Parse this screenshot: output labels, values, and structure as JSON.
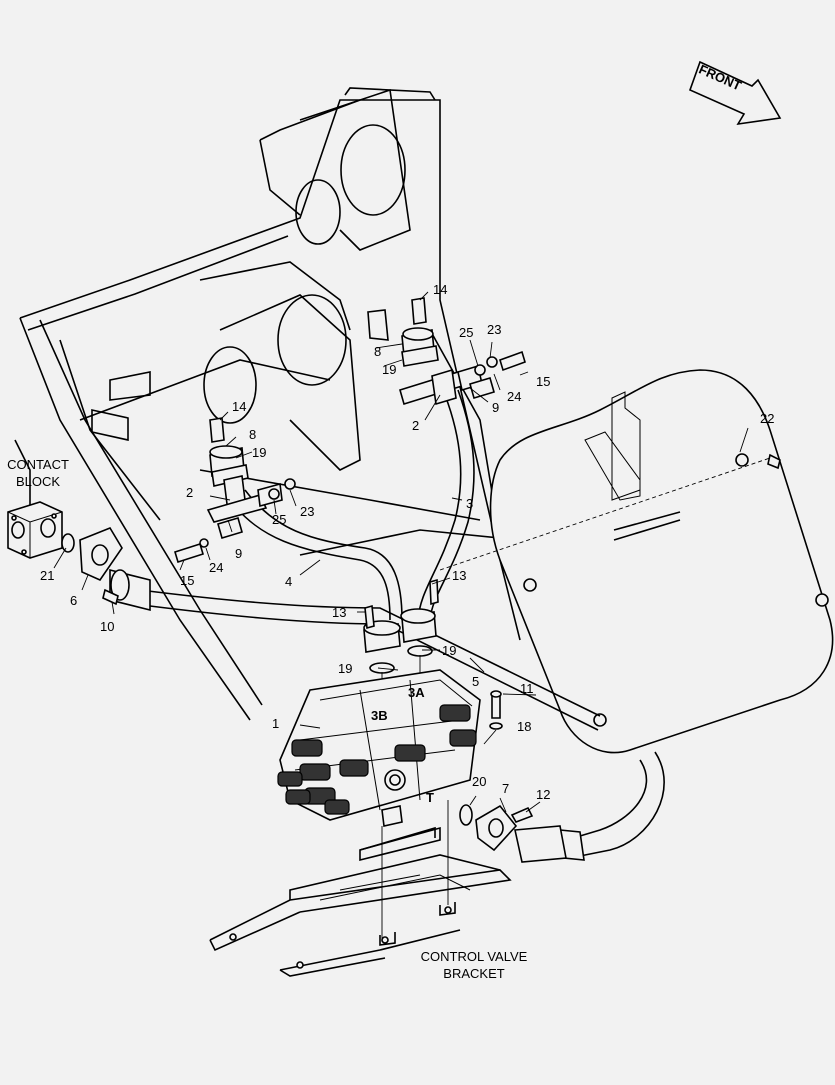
{
  "labels": {
    "front": "FRONT",
    "contact_block_line1": "CONTACT",
    "contact_block_line2": "BLOCK",
    "control_valve_bracket_line1": "CONTROL VALVE",
    "control_valve_bracket_line2": "BRACKET"
  },
  "ports": {
    "p3a": "3A",
    "p3b": "3B",
    "pt": "T"
  },
  "callouts": {
    "c1": "1",
    "c2a": "2",
    "c2b": "2",
    "c3": "3",
    "c4": "4",
    "c5": "5",
    "c6": "6",
    "c7": "7",
    "c8a": "8",
    "c8b": "8",
    "c9a": "9",
    "c9b": "9",
    "c10": "10",
    "c11": "11",
    "c12": "12",
    "c13a": "13",
    "c13b": "13",
    "c14a": "14",
    "c14b": "14",
    "c15a": "15",
    "c15b": "15",
    "c18": "18",
    "c19a": "19",
    "c19b": "19",
    "c19c": "19",
    "c19d": "19",
    "c20": "20",
    "c21": "21",
    "c22": "22",
    "c23a": "23",
    "c23b": "23",
    "c24a": "24",
    "c24b": "24",
    "c25a": "25",
    "c25b": "25"
  }
}
